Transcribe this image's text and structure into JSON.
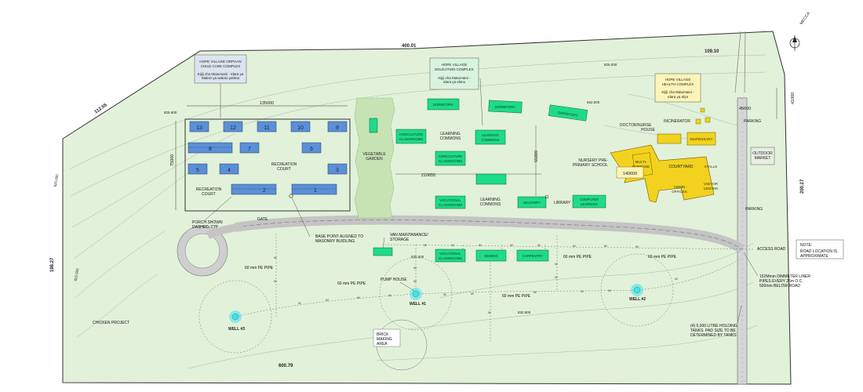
{
  "boundary_dims": {
    "top": "400.01",
    "top_right": "109.10",
    "left_top": "112.55",
    "left": "198.27",
    "bottom": "600.79",
    "right": "200.27",
    "east_strip": "45600",
    "east_strip_v": "41000"
  },
  "north": {
    "label": "MECCA"
  },
  "orphan_complex": {
    "title": "HOPE VILLAGE ORPHAN CHILD CARE COMPLEX",
    "subtitle": "Kijiji cha Matumaini - Idara ya Malezi ya watoto yatima",
    "width_dim": "135000",
    "height_dim": "75000",
    "contour_left": "825.600",
    "buildings": [
      "13",
      "12",
      "11",
      "10",
      "9",
      "8",
      "7",
      "6",
      "5",
      "4",
      "3",
      "2",
      "1"
    ],
    "recreation_court_1": "RECREATION COURT",
    "recreation_court_2": "RECREATION COURT",
    "porch_note": "PORCH SHOWN DASHED, TYP",
    "gate": "GATE",
    "base_point": "BASE POINT ALIGNED TO MASONRY BUIDLING"
  },
  "education_complex": {
    "title": "HOPE VILLAGE EDUCATION COMPLEX",
    "subtitle": "Kijiji cha Matumaini - Idara ya elimu",
    "dormitory_1": "DORMITORY",
    "dormitory_2": "DORMITORY",
    "dormitory_3": "DORMITORY",
    "agri_1": "AGRICULTURE CLASSROOMS",
    "agri_2": "AGRICULTURE CLASSROOMS",
    "learning_commons_1": "LEARNING COMMONS",
    "learning_commons_2": "LEARNING COMMONS",
    "learning_commons_3": "LEARNING COMMONS",
    "vocational_1": "VOCATIONAL CLASSROOMS",
    "vocational_2": "VOCATIONAL CLASSROOMS",
    "masonry": "MASONRY",
    "library": "LIBRARY",
    "computer": "COMPUTER LEARNING",
    "sewing": "SEWING",
    "carpentry": "CARPENTRY",
    "van": "VAN MAINTANANCE/ STORAGE",
    "nursery": "NURSERY PRE-PRIMARY SCHOOL",
    "vegetable": "VEGETABLE GARDEN",
    "width_dim": "210655",
    "height_dim": "55000"
  },
  "health_complex": {
    "title": "HOPE VILLAGE HEALTH COMPLEX",
    "subtitle": "Kijiji cha Matumaini - Idara ya afya",
    "incinerator": "INCINERATOR",
    "doctor": "DOCTOR/NURSE HOUSE",
    "dispensary": "DISPENSARY",
    "multipurpose": "MULTI-PURPOSE",
    "courtyard": "COURTYARD",
    "stalls": "STALLS",
    "admin": "ADMIN OFFICES",
    "visitor": "VISITOR CENTER",
    "dim": "140600",
    "parking_1": "PARKING",
    "parking_2": "PARKING",
    "outdoor_market": "OUTDOOR MARKET"
  },
  "site": {
    "access_road": "ACCESS ROAD",
    "note": "NOTE: ROAD LOCATION IS APPROXIMATE",
    "culvert": "152Mmm DIMMETER LINER PIPES EVERY 25m O.C. 500mm BELOW ROAD",
    "tanks": "(4) 5,000 LITRE HOLDING TANKS. PAD SIZE TO BE DETERMINED BY TANKS",
    "pump_house": "PUMP HOUSE",
    "brick": "BRICK MAKING AREA",
    "chicken": "CHICKEN PROJECT",
    "well_1": "WELL #1",
    "well_2": "WELL #2",
    "well_3": "WELL #3",
    "pipe_1": "60 mm PE PIPE",
    "pipe_2": "60 mm PE PIPE",
    "pipe_3": "60 mm PE PIPE",
    "pipe_4": "60 mm PE PIPE",
    "pipe_5": "60 mm PE PIPE",
    "contour_1": "830.000",
    "contour_2": "832.500",
    "contour_3": "822.500",
    "contour_4": "825.000",
    "contour_5": "820.000",
    "contour_6": "822.500",
    "w": "W"
  },
  "colors": {
    "site_fill": "#e2f1da",
    "orphan_building": "#5b8fd6",
    "edu_building": "#1edb8a",
    "health_building": "#f2d21e",
    "well": "#45e0e8",
    "garden": "#c7e3b4"
  }
}
